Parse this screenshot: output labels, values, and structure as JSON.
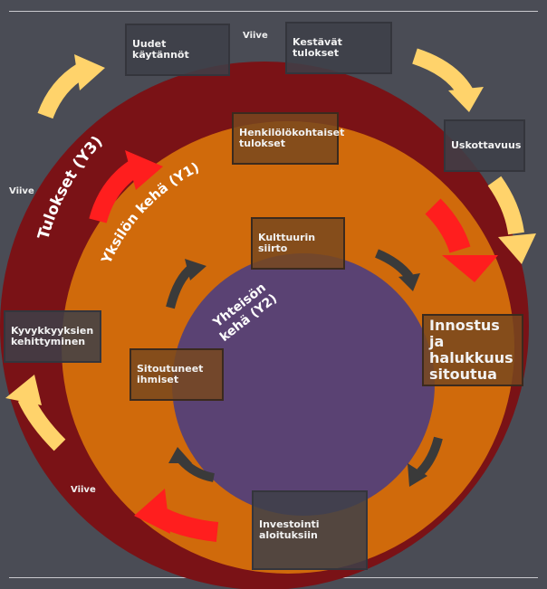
{
  "rings": {
    "outer": "Tulokset (Y3)",
    "middle": "Yksilön kehä (Y1)",
    "inner_line1": "Yhteisön",
    "inner_line2": "kehä (Y2)"
  },
  "boxes": {
    "uudet": "Uudet käytännöt",
    "kestavat": "Kestävät tulokset",
    "henkilo": "Henkilölökohtaiset tulokset",
    "uskottavuus": "Uskottavuus",
    "kulttuuri": "Kulttuurin siirto",
    "innostus": "Innostus ja halukkuus sitoutua",
    "kyvykkyys": "Kyvykkyyksien kehittyminen",
    "sitoutuneet": "Sitoutuneet ihmiset",
    "investointi": "Investointi aloituksiin"
  },
  "delays": {
    "top": "Viive",
    "left": "Viive",
    "bottom": "Viive"
  },
  "colors": {
    "background": "#4a4c55",
    "outer_ring": "#7a1216",
    "middle_ring": "#d06a0b",
    "inner_circle": "#5a4273",
    "arrow_yellow": "#ffd36b",
    "arrow_red": "#ff1e1e",
    "arrow_dark": "#3a3a3a"
  }
}
